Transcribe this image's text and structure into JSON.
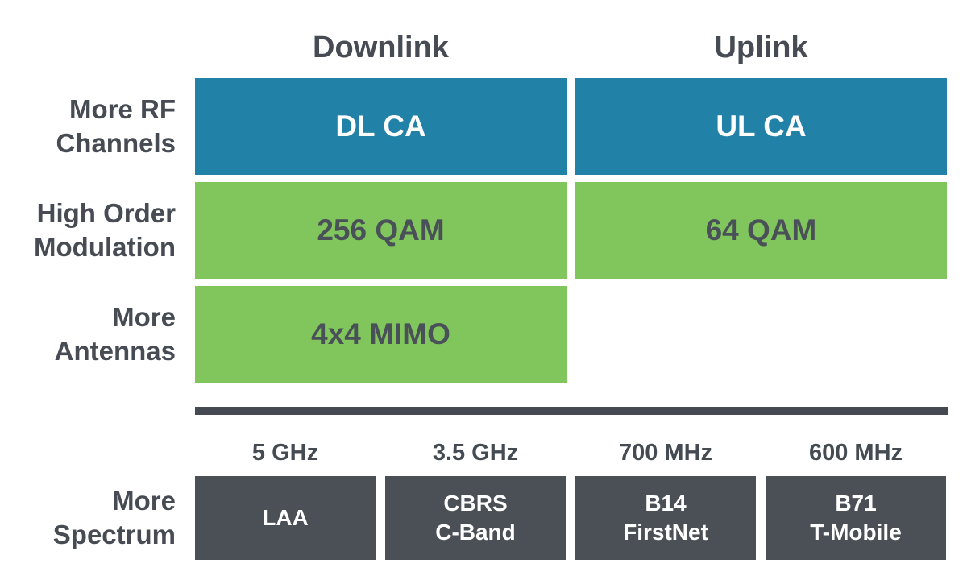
{
  "title_row": {
    "downlink": "Downlink",
    "uplink": "Uplink"
  },
  "rows": [
    {
      "label_lines": [
        "More RF",
        "Channels"
      ],
      "cells": [
        {
          "text": "DL CA",
          "color_name": "blue",
          "column": "downlink"
        },
        {
          "text": "UL CA",
          "color_name": "blue",
          "column": "uplink"
        }
      ]
    },
    {
      "label_lines": [
        "High Order",
        "Modulation"
      ],
      "cells": [
        {
          "text": "256 QAM",
          "color_name": "green",
          "column": "downlink"
        },
        {
          "text": "64 QAM",
          "color_name": "green",
          "column": "uplink"
        }
      ]
    },
    {
      "label_lines": [
        "More",
        "Antennas"
      ],
      "cells": [
        {
          "text": "4x4 MIMO",
          "color_name": "green",
          "column": "downlink"
        }
      ]
    }
  ],
  "spectrum": {
    "label_lines": [
      "More",
      "Spectrum"
    ],
    "items": [
      {
        "frequency": "5 GHz",
        "band_lines": [
          "LAA"
        ]
      },
      {
        "frequency": "3.5 GHz",
        "band_lines": [
          "CBRS",
          "C-Band"
        ]
      },
      {
        "frequency": "700 MHz",
        "band_lines": [
          "B14",
          "FirstNet"
        ]
      },
      {
        "frequency": "600 MHz",
        "band_lines": [
          "B71",
          "T-Mobile"
        ]
      }
    ]
  },
  "colors": {
    "blue": "#2181a6",
    "green": "#80c65c",
    "dark_gray_box": "#4b5057",
    "divider": "#454a52",
    "heading_text": "#474c54",
    "text_on_green": "#4a5058",
    "text_on_blue": "#ffffff",
    "text_on_dark": "#ffffff",
    "background": "#ffffff"
  }
}
